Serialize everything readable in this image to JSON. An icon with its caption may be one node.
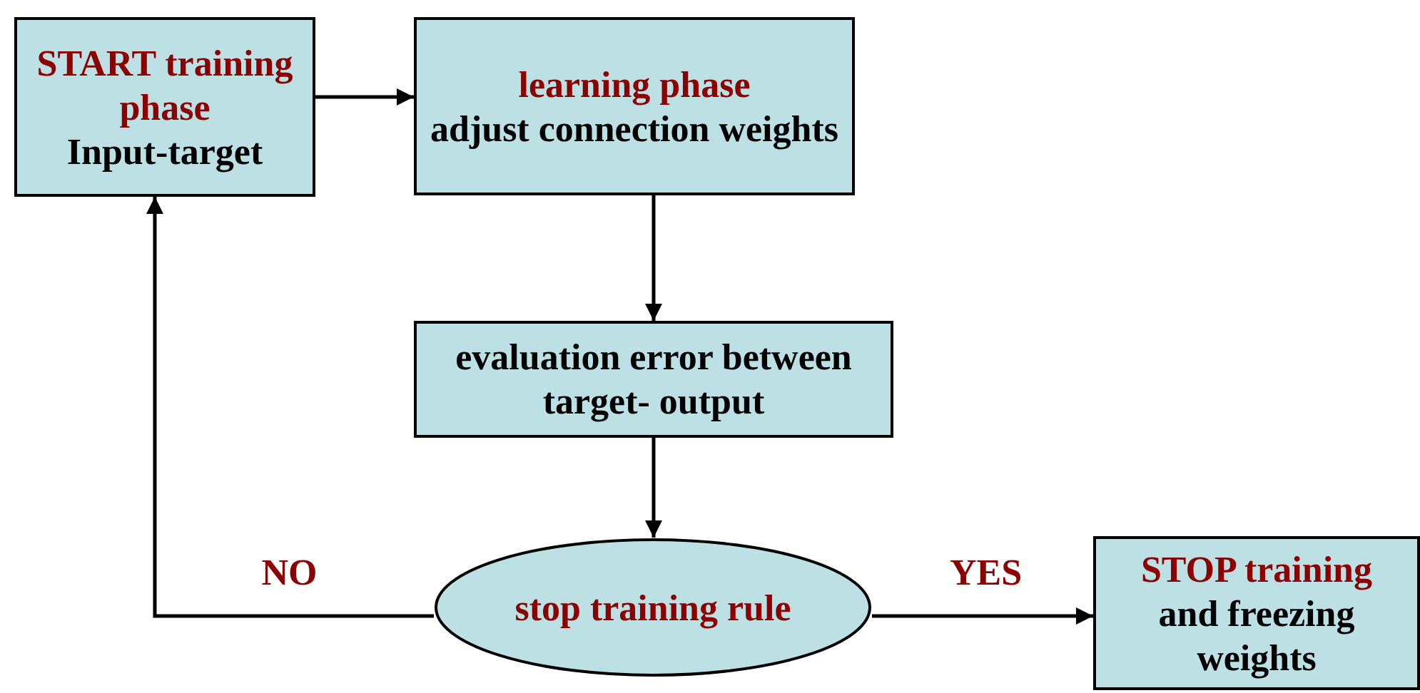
{
  "diagram": {
    "nodes": [
      {
        "text": [
          "START training phase",
          "Input-target"
        ]
      },
      {
        "text": [
          "learning phase",
          "adjust connection weights"
        ]
      },
      {
        "text": [
          "evaluation error between target- output"
        ]
      },
      {
        "text": [
          "stop training rule"
        ]
      },
      {
        "text": [
          "STOP training",
          "and freezing weights"
        ]
      }
    ],
    "edges": [
      {
        "from": 0,
        "to": 1,
        "arrow": "to"
      },
      {
        "from": 1,
        "to": 2,
        "arrow": "to"
      },
      {
        "from": 2,
        "to": 3,
        "arrow": "to"
      },
      {
        "from": 3,
        "to": 4,
        "arrow": "to",
        "label": "YES"
      },
      {
        "from": 3,
        "to": 0,
        "arrow": "to",
        "label": "NO"
      }
    ]
  }
}
